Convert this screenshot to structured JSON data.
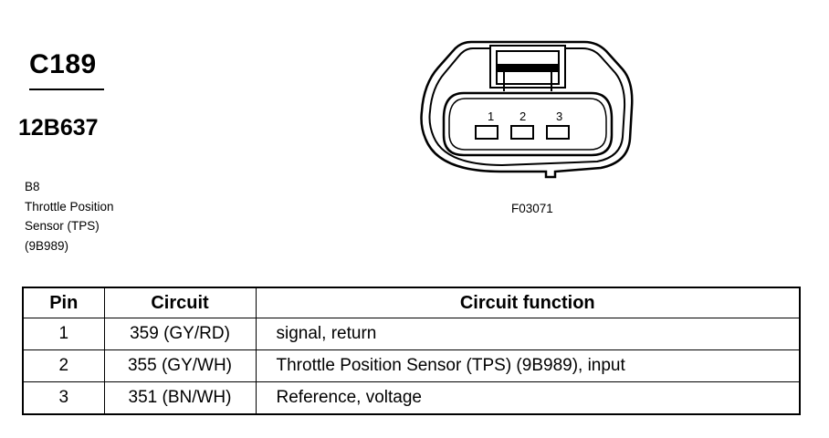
{
  "connector": {
    "id": "C189",
    "part_number": "12B637",
    "description_lines": [
      "B8",
      "Throttle Position",
      "Sensor (TPS)",
      "(9B989)"
    ]
  },
  "figure": {
    "code": "F03071",
    "pin_labels": [
      "1",
      "2",
      "3"
    ]
  },
  "table": {
    "headers": [
      "Pin",
      "Circuit",
      "Circuit function"
    ],
    "rows": [
      {
        "pin": "1",
        "circuit": "359 (GY/RD)",
        "function": "signal, return"
      },
      {
        "pin": "2",
        "circuit": "355 (GY/WH)",
        "function": "Throttle Position Sensor (TPS) (9B989), input"
      },
      {
        "pin": "3",
        "circuit": "351 (BN/WH)",
        "function": "Reference, voltage"
      }
    ]
  }
}
